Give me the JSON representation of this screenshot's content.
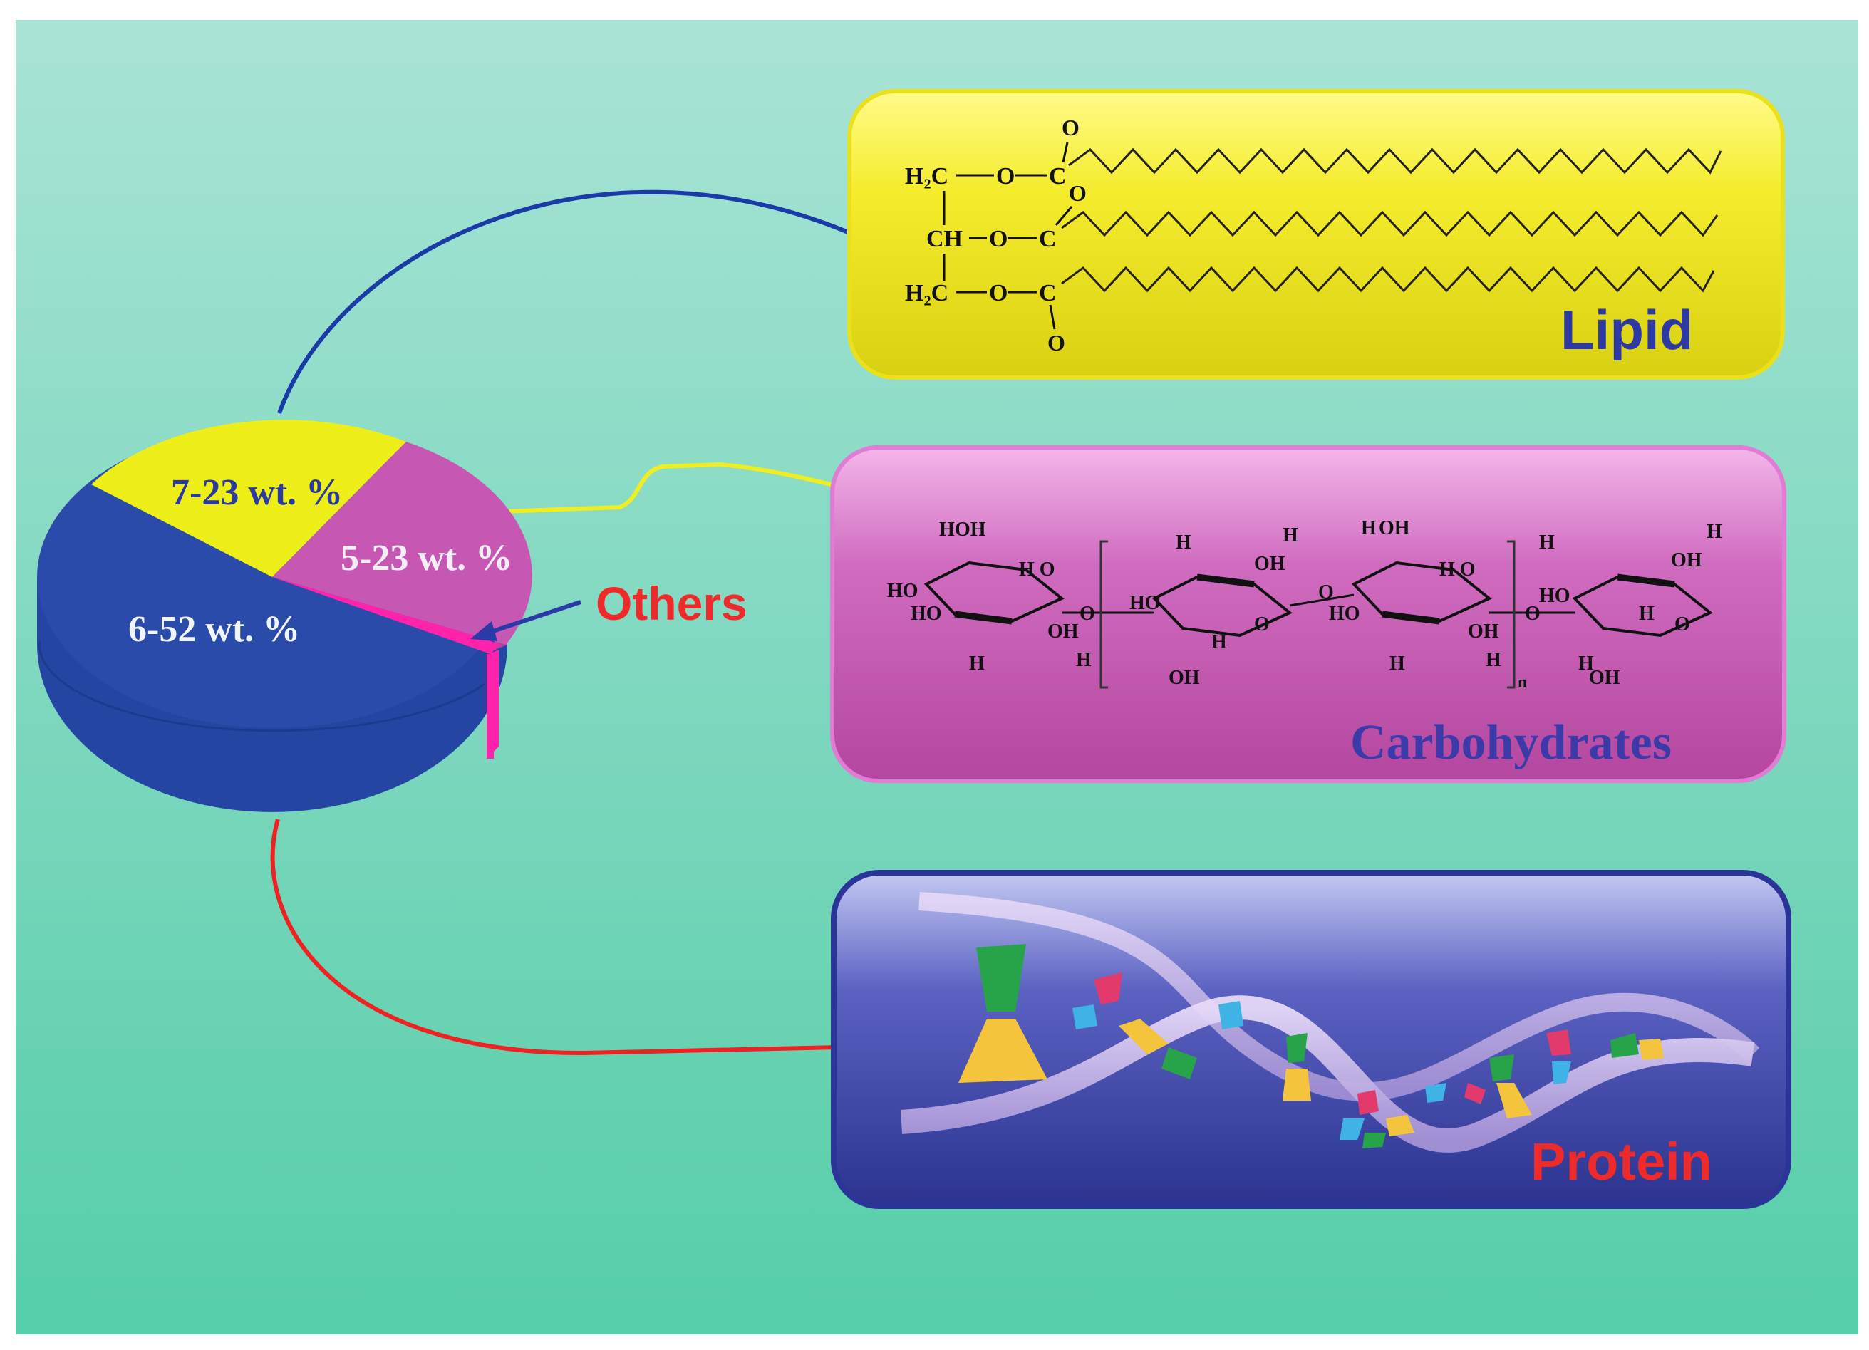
{
  "pie": {
    "labels": {
      "lipid": "7-23 wt. %",
      "carbohydrate": "5-23 wt. %",
      "protein": "6-52 wt. %"
    },
    "others_label": "Others"
  },
  "panels": {
    "lipid": {
      "title": "Lipid"
    },
    "carbohydrates": {
      "title": "Carbohydrates"
    },
    "protein": {
      "title": "Protein"
    }
  },
  "structures": {
    "lipid": {
      "h2c_top": "H₂C",
      "ch": "CH",
      "h2c_bottom": "H₂C",
      "o": "O",
      "c": "C"
    },
    "carbohydrate": {
      "h": "H",
      "oh": "OH",
      "ho": "HO",
      "o": "O",
      "h_o": "H O",
      "n": "n"
    }
  },
  "colors": {
    "bg_top": "#a8e3d5",
    "bg_bottom": "#57cfab",
    "pie_blue": "#2a4aa8",
    "pie_yellow": "#eeee1a",
    "pie_magenta": "#c657b3",
    "pie_others": "#ff22aa",
    "lipid_panel": "#f2ea2a",
    "carb_panel": "#c95fb8",
    "protein_panel": "#3b44a3",
    "title_blue": "#2d3aa6",
    "title_red": "#ee2a2a",
    "line_blue": "#1a3aa8",
    "line_yellow": "#eeee22",
    "line_red": "#ee2222"
  }
}
